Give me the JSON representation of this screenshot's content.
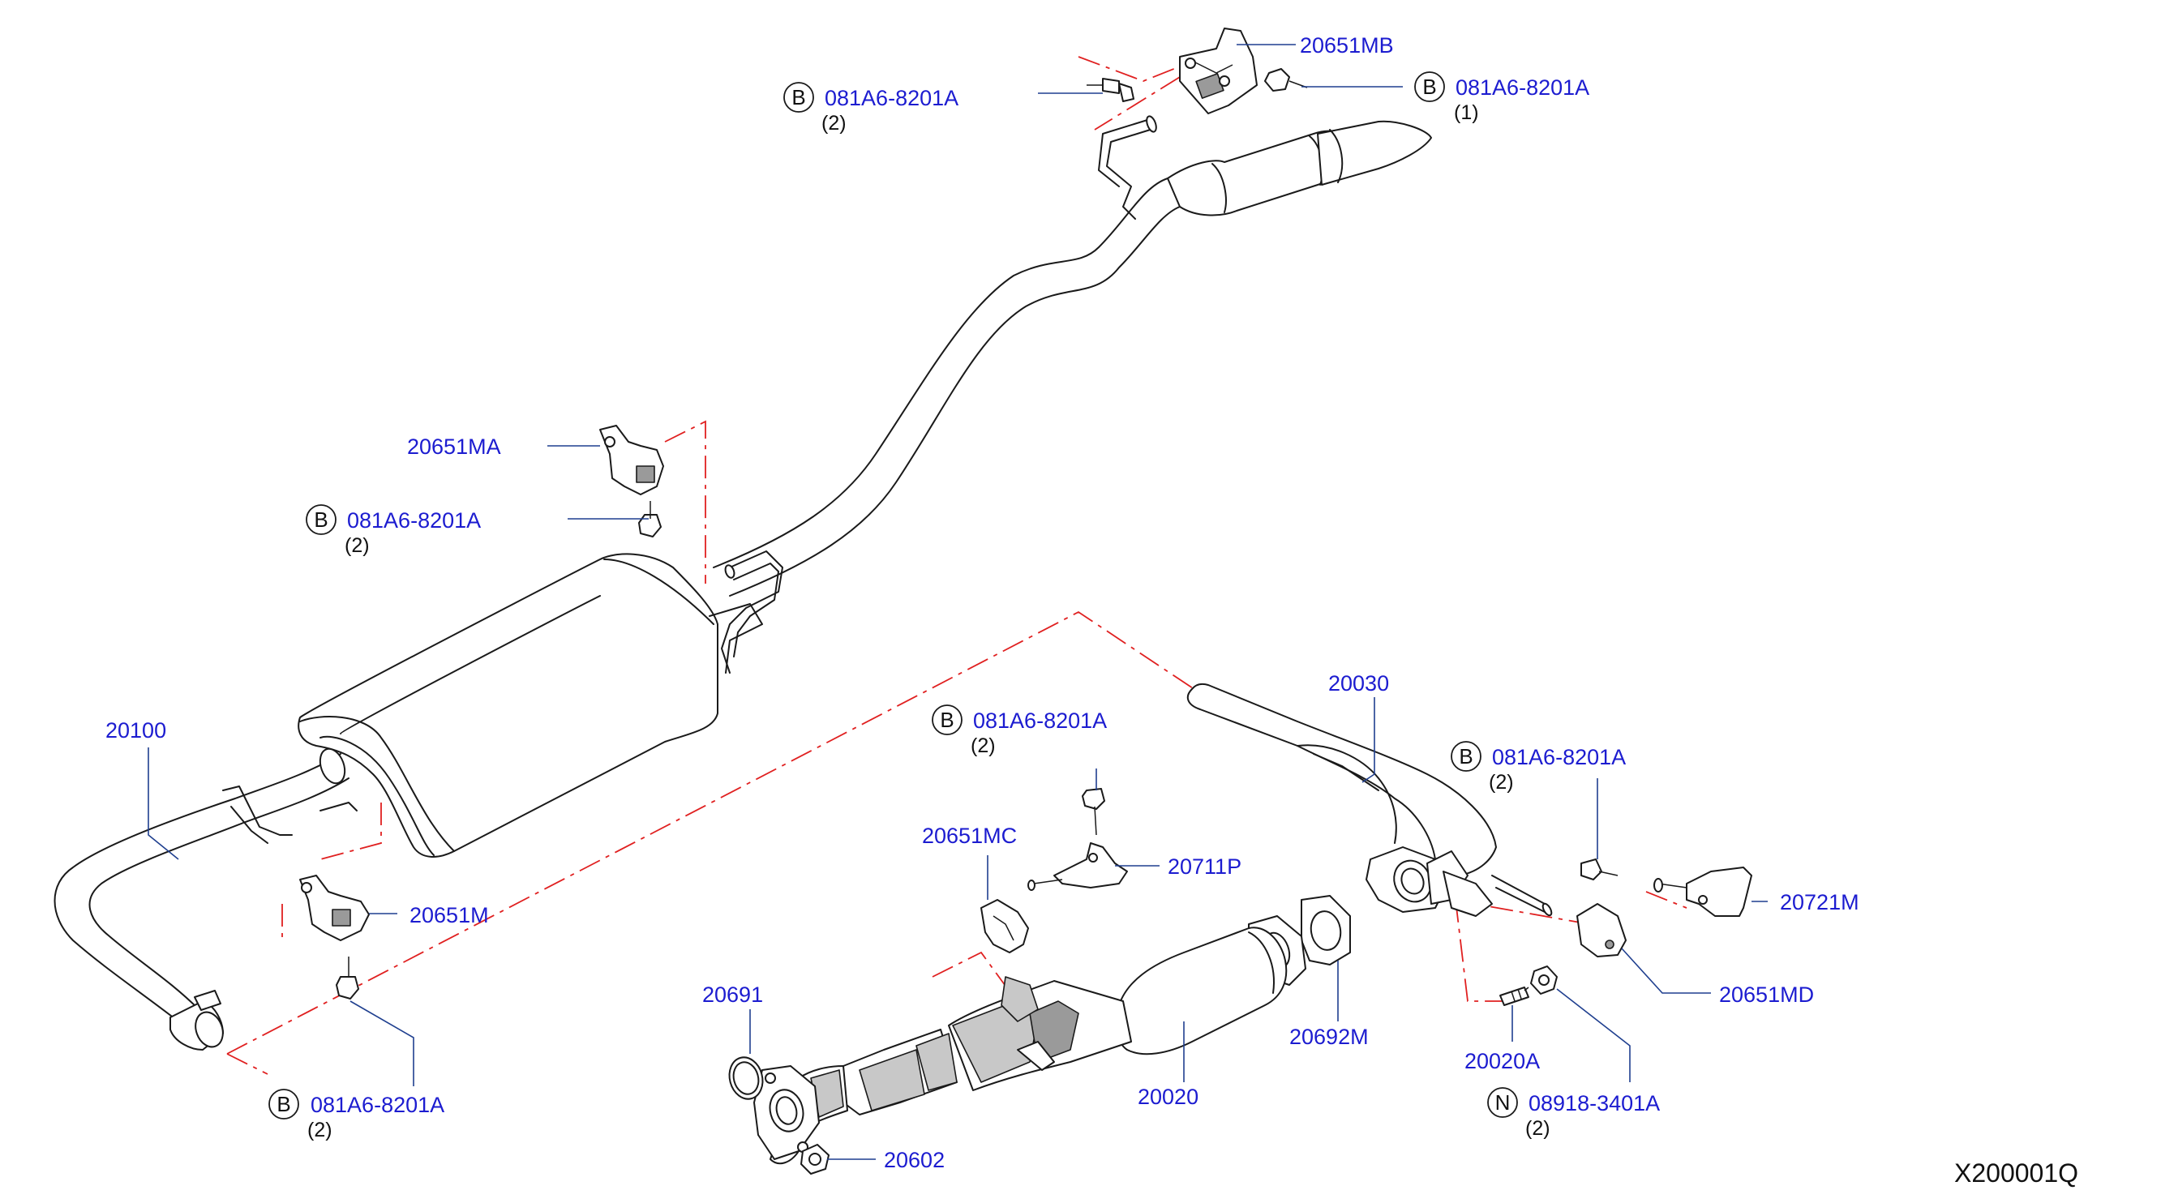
{
  "diagram_code": "X200001Q",
  "symbols": {
    "bolt_class": "B",
    "nut_class": "N"
  },
  "callouts": {
    "c_20651MB": "20651MB",
    "c_bolt_top_left": "081A6-8201A",
    "c_bolt_top_left_qty": "(2)",
    "c_bolt_top_right": "081A6-8201A",
    "c_bolt_top_right_qty": "(1)",
    "c_20651MA": "20651MA",
    "c_bolt_mid_left": "081A6-8201A",
    "c_bolt_mid_left_qty": "(2)",
    "c_20100": "20100",
    "c_20651M": "20651M",
    "c_bolt_bottom_left": "081A6-8201A",
    "c_bolt_bottom_left_qty": "(2)",
    "c_bolt_center": "081A6-8201A",
    "c_bolt_center_qty": "(2)",
    "c_20651MC": "20651MC",
    "c_20711P": "20711P",
    "c_20691": "20691",
    "c_20602": "20602",
    "c_20020": "20020",
    "c_20692M": "20692M",
    "c_20030": "20030",
    "c_bolt_right": "081A6-8201A",
    "c_bolt_right_qty": "(2)",
    "c_20721M": "20721M",
    "c_20651MD": "20651MD",
    "c_20020A": "20020A",
    "c_nut": "08918-3401A",
    "c_nut_qty": "(2)"
  },
  "colors": {
    "callout_text": "#1c1cd0",
    "leader_line": "#1f3f8f",
    "phantom_line": "#e02020",
    "part_outline": "#1a1a1a"
  }
}
